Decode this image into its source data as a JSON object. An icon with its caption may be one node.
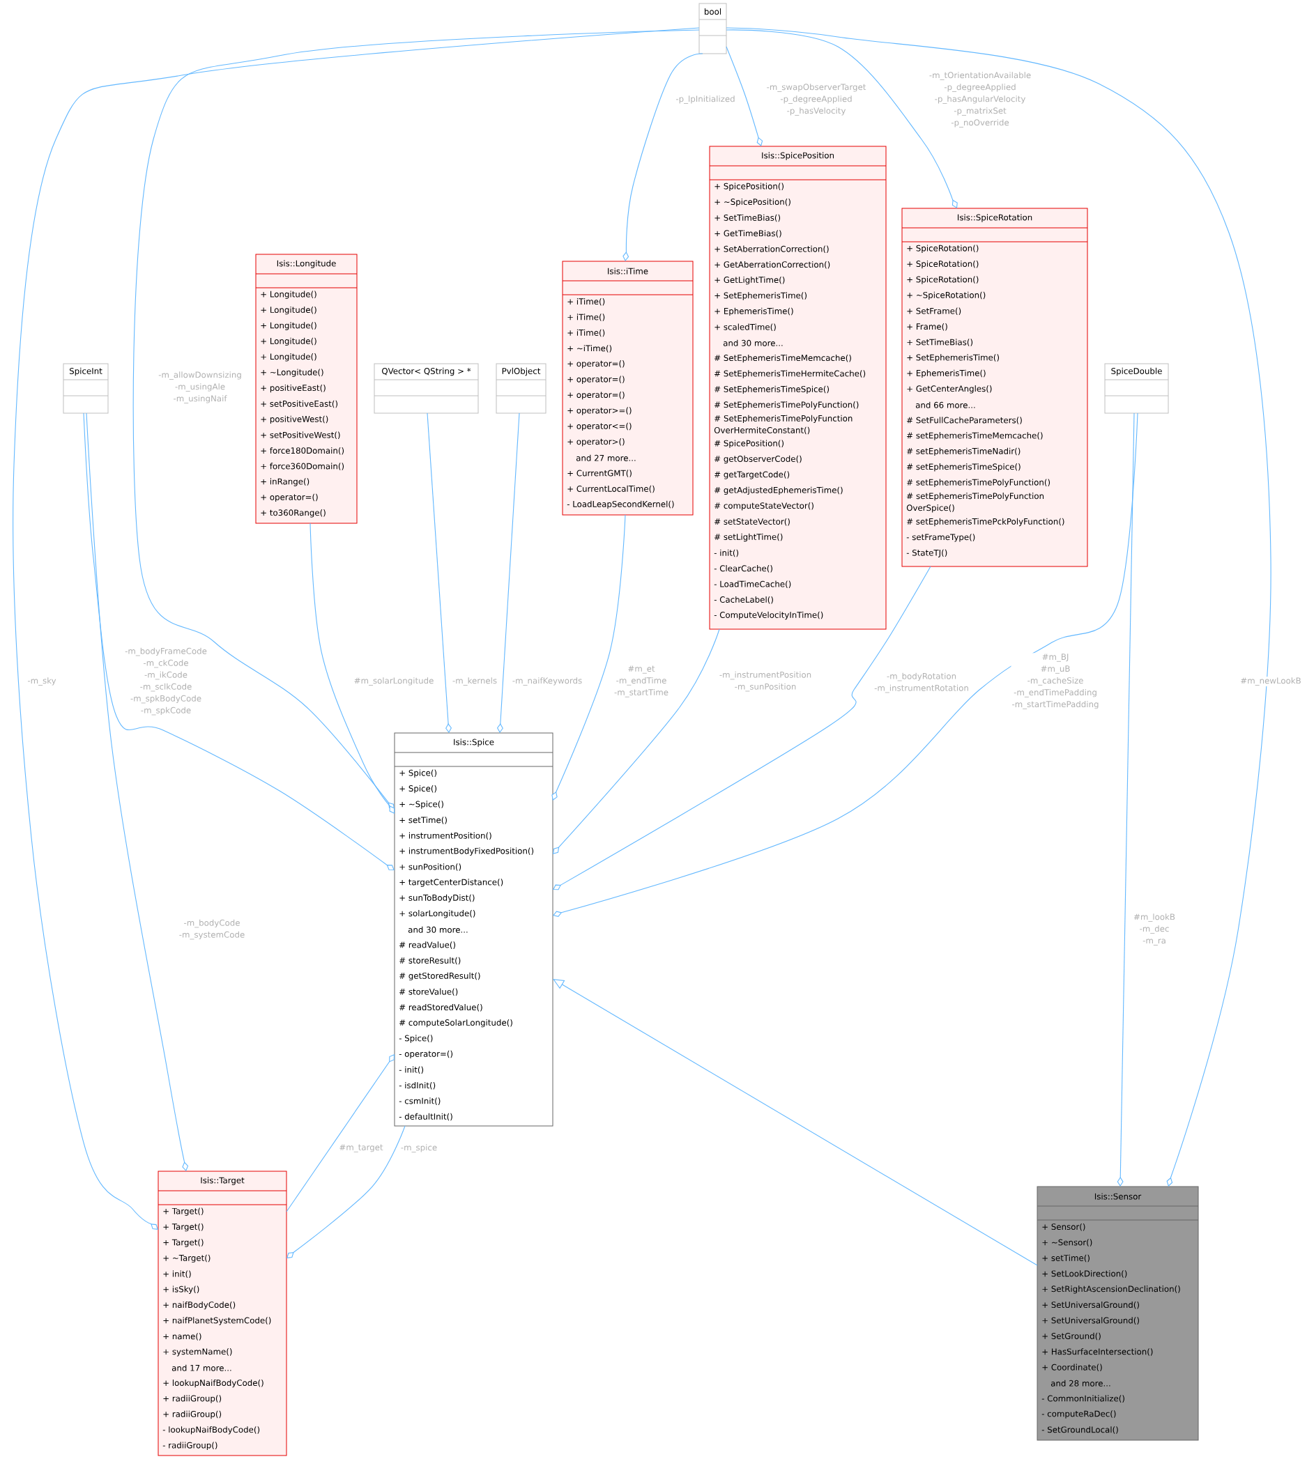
{
  "diagram": {
    "nodes": [
      {
        "text": [
          "bool"
        ]
      },
      {
        "text": [
          "Isis::SpicePosition",
          "+ SpicePosition()",
          "+ ~SpicePosition()",
          "+ SetTimeBias()",
          "+ GetTimeBias()",
          "+ SetAberrationCorrection()",
          "+ GetAberrationCorrection()",
          "+ GetLightTime()",
          "+ SetEphemerisTime()",
          "+ EphemerisTime()",
          "+ scaledTime()",
          "and 30 more...",
          "# SetEphemerisTimeMemcache()",
          "# SetEphemerisTimeHermiteCache()",
          "# SetEphemerisTimeSpice()",
          "# SetEphemerisTimePolyFunction()",
          "# SetEphemerisTimePolyFunction OverHermiteConstant()",
          "# SpicePosition()",
          "# getObserverCode()",
          "# getTargetCode()",
          "# getAdjustedEphemerisTime()",
          "# computeStateVector()",
          "# setStateVector()",
          "# setLightTime()",
          "- init()",
          "- ClearCache()",
          "- LoadTimeCache()",
          "- CacheLabel()",
          "- ComputeVelocityInTime()"
        ]
      },
      {
        "text": [
          "Isis::SpiceRotation",
          "+ SpiceRotation()",
          "+ SpiceRotation()",
          "+ SpiceRotation()",
          "+ ~SpiceRotation()",
          "+ SetFrame()",
          "+ Frame()",
          "+ SetTimeBias()",
          "+ SetEphemerisTime()",
          "+ EphemerisTime()",
          "+ GetCenterAngles()",
          "and 66 more...",
          "# SetFullCacheParameters()",
          "# setEphemerisTimeMemcache()",
          "# setEphemerisTimeNadir()",
          "# setEphemerisTimeSpice()",
          "# setEphemerisTimePolyFunction()",
          "# setEphemerisTimePolyFunction OverSpice()",
          "# setEphemerisTimePckPolyFunction()",
          "- setFrameType()",
          "- StateTJ()"
        ]
      },
      {
        "text": [
          "Isis::Longitude",
          "+ Longitude()",
          "+ Longitude()",
          "+ Longitude()",
          "+ Longitude()",
          "+ Longitude()",
          "+ ~Longitude()",
          "+ positiveEast()",
          "+ setPositiveEast()",
          "+ positiveWest()",
          "+ setPositiveWest()",
          "+ force180Domain()",
          "+ force360Domain()",
          "+ inRange()",
          "+ operator=()",
          "+ to360Range()"
        ]
      },
      {
        "text": [
          "Isis::iTime",
          "+ iTime()",
          "+ iTime()",
          "+ iTime()",
          "+ ~iTime()",
          "+ operator=()",
          "+ operator=()",
          "+ operator=()",
          "+ operator>=()",
          "+ operator<=()",
          "+ operator>()",
          "and 27 more...",
          "+ CurrentGMT()",
          "+ CurrentLocalTime()",
          "- LoadLeapSecondKernel()"
        ]
      },
      {
        "text": [
          "SpiceInt"
        ]
      },
      {
        "text": [
          "QVector< QString > *"
        ]
      },
      {
        "text": [
          "PvlObject"
        ]
      },
      {
        "text": [
          "SpiceDouble"
        ]
      },
      {
        "text": [
          "Isis::Spice",
          "+ Spice()",
          "+ Spice()",
          "+ ~Spice()",
          "+ setTime()",
          "+ instrumentPosition()",
          "+ instrumentBodyFixedPosition()",
          "+ sunPosition()",
          "+ targetCenterDistance()",
          "+ sunToBodyDist()",
          "+ solarLongitude()",
          "and 30 more...",
          "# readValue()",
          "# storeResult()",
          "# getStoredResult()",
          "# storeValue()",
          "# readStoredValue()",
          "# computeSolarLongitude()",
          "- Spice()",
          "- operator=()",
          "- init()",
          "- isdInit()",
          "- csmInit()",
          "- defaultInit()"
        ]
      },
      {
        "text": [
          "Isis::Target",
          "+ Target()",
          "+ Target()",
          "+ Target()",
          "+ ~Target()",
          "+ init()",
          "+ isSky()",
          "+ naifBodyCode()",
          "+ naifPlanetSystemCode()",
          "+ name()",
          "+ systemName()",
          "and 17 more...",
          "+ lookupNaifBodyCode()",
          "+ radiiGroup()",
          "+ radiiGroup()",
          "- lookupNaifBodyCode()",
          "- radiiGroup()"
        ]
      },
      {
        "text": [
          "Isis::Sensor",
          "+ Sensor()",
          "+ ~Sensor()",
          "+ setTime()",
          "+ SetLookDirection()",
          "+ SetRightAscensionDeclination()",
          "+ SetUniversalGround()",
          "+ SetUniversalGround()",
          "+ SetGround()",
          "+ HasSurfaceIntersection()",
          "+ Coordinate()",
          "and 28 more...",
          "- CommonInitialize()",
          "- computeRaDec()",
          "- SetGroundLocal()"
        ]
      }
    ],
    "edges": [
      {
        "from": 0,
        "to": 11,
        "arrow": "other",
        "label": "#m_newLookB"
      },
      {
        "from": 0,
        "to": 10,
        "arrow": "other",
        "label": "-m_sky"
      },
      {
        "from": 0,
        "to": 9,
        "arrow": "other",
        "label": "-m_allowDownsizing -m_usingAle -m_usingNaif"
      },
      {
        "from": 0,
        "to": 4,
        "arrow": "other",
        "label": "-p_lpInitialized"
      },
      {
        "from": 0,
        "to": 1,
        "arrow": "other",
        "label": "-m_swapObserverTarget -p_degreeApplied -p_hasVelocity"
      },
      {
        "from": 0,
        "to": 2,
        "arrow": "other",
        "label": "-m_tOrientationAvailable -p_degreeApplied -p_hasAngularVelocity -p_matrixSet -p_noOverride"
      },
      {
        "from": 5,
        "to": 9,
        "arrow": "other",
        "label": "-m_bodyFrameCode -m_ckCode -m_ikCode -m_sclkCode -m_spkBodyCode -m_spkCode"
      },
      {
        "from": 5,
        "to": 10,
        "arrow": "other",
        "label": "-m_bodyCode -m_systemCode"
      },
      {
        "from": 3,
        "to": 9,
        "arrow": "other",
        "label": "#m_solarLongitude"
      },
      {
        "from": 6,
        "to": 9,
        "arrow": "other",
        "label": "-m_kernels"
      },
      {
        "from": 7,
        "to": 9,
        "arrow": "other",
        "label": "-m_naifKeywords"
      },
      {
        "from": 4,
        "to": 9,
        "arrow": "other",
        "label": "#m_et -m_endTime -m_startTime"
      },
      {
        "from": 1,
        "to": 9,
        "arrow": "other",
        "label": "-m_instrumentPosition -m_sunPosition"
      },
      {
        "from": 2,
        "to": 9,
        "arrow": "other",
        "label": "-m_bodyRotation -m_instrumentRotation"
      },
      {
        "from": 8,
        "to": 9,
        "arrow": "other",
        "label": "#m_BJ #m_uB -m_cacheSize -m_endTimePadding -m_startTimePadding"
      },
      {
        "from": 8,
        "to": 11,
        "arrow": "other",
        "label": "#m_lookB -m_dec -m_ra"
      },
      {
        "from": 10,
        "to": 9,
        "arrow": "other",
        "label": "#m_target"
      },
      {
        "from": 9,
        "to": 10,
        "arrow": "other",
        "label": "-m_spice"
      },
      {
        "from": 11,
        "to": 9,
        "arrow": "to"
      }
    ]
  }
}
